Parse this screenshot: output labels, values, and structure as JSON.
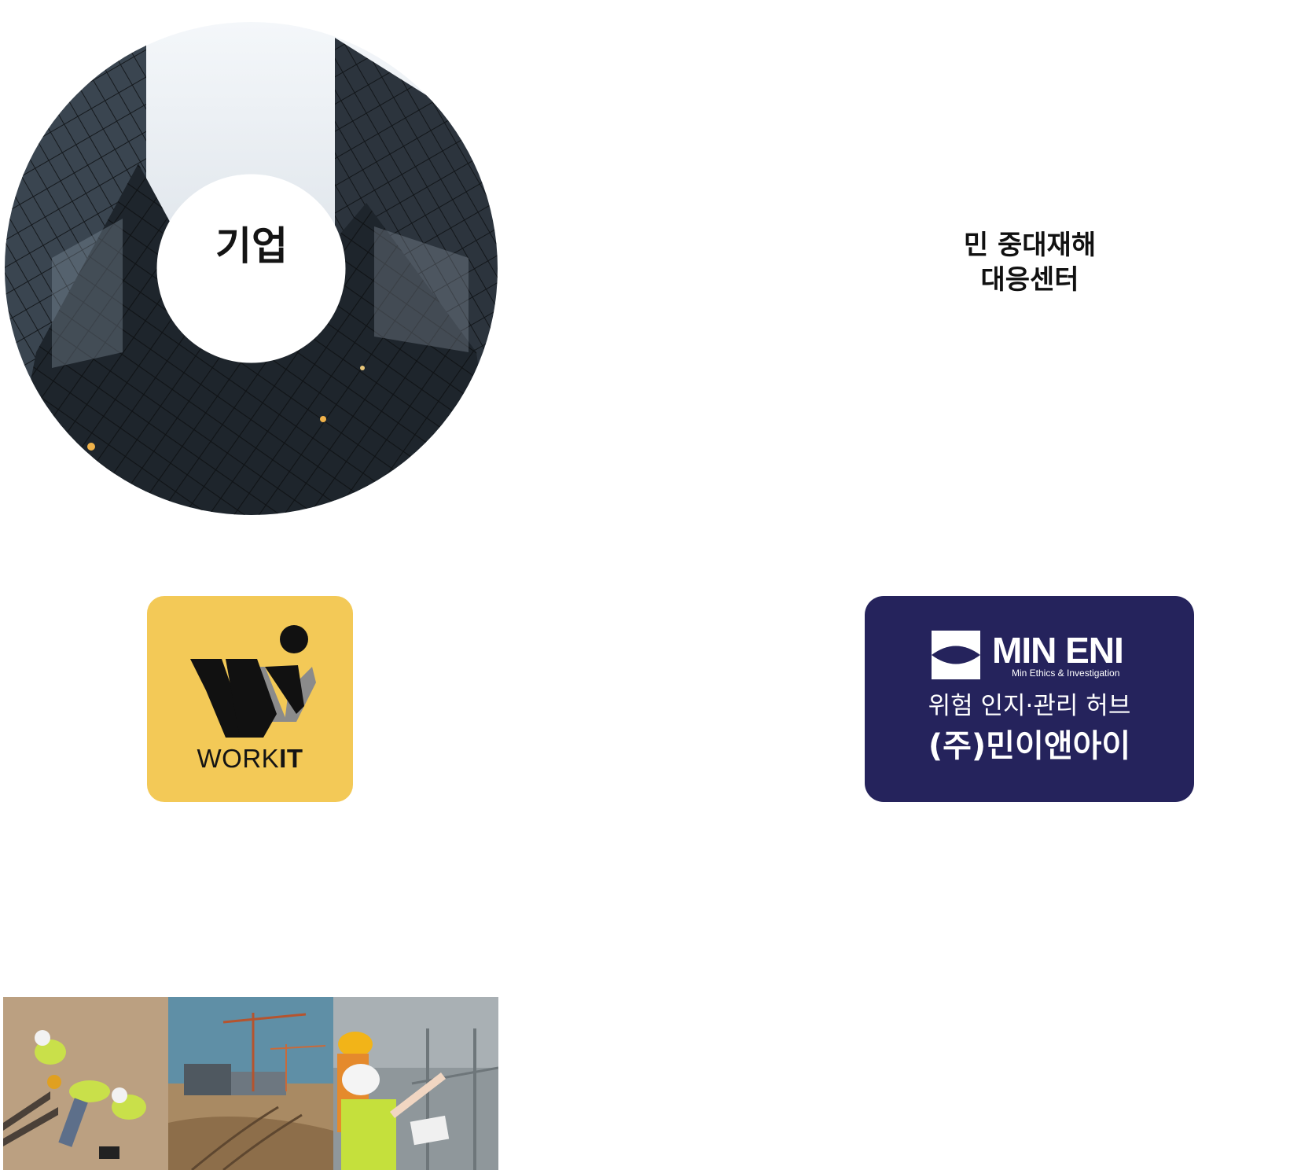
{
  "corporate": {
    "label": "기업"
  },
  "center": {
    "title_line1": "민 중대재해",
    "title_line2": "대응센터"
  },
  "workit": {
    "word_regular": "WORK",
    "word_bold": "IT"
  },
  "mineni": {
    "name": "MIN ENI",
    "subtitle": "Min Ethics & Investigation",
    "tagline": "위험 인지·관리 허브",
    "company": "(주)민이앤아이"
  },
  "colors": {
    "workit_yellow": "#f3c957",
    "mineni_navy": "#25235c",
    "text_dark": "#141414"
  }
}
